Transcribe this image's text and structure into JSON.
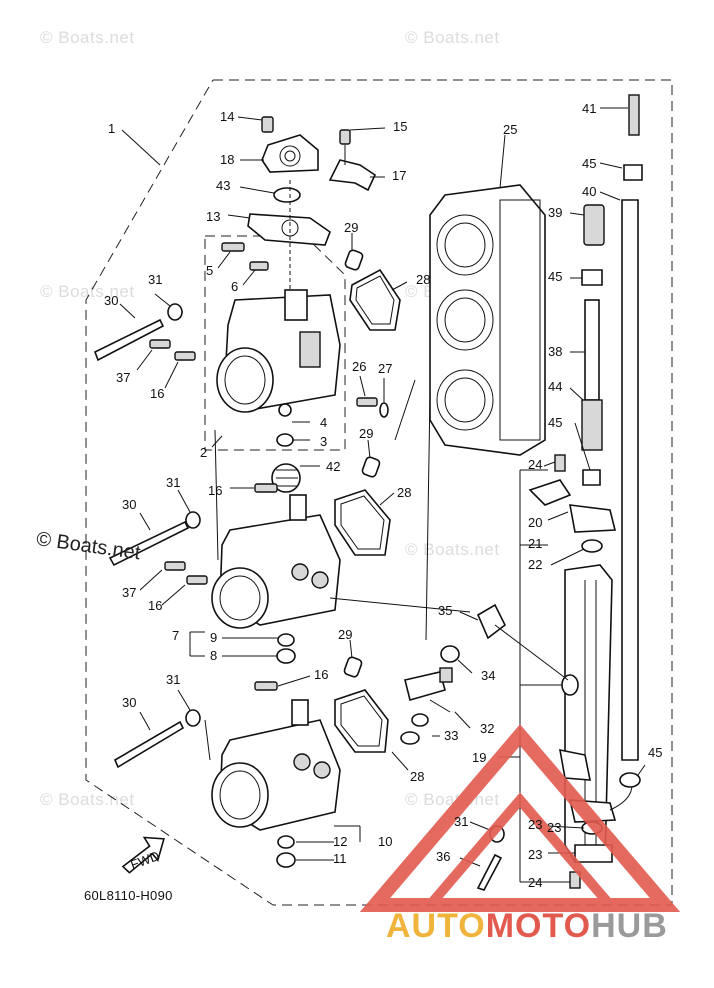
{
  "watermark": "© Boats.net",
  "copyright": "© Boats.net",
  "diagram_code": "60L8110-H090",
  "fwd_label": "FWD",
  "brand": {
    "part1": "AUTO",
    "part2": "MOTO",
    "part3": "HUB"
  },
  "callouts": [
    "1",
    "2",
    "3",
    "4",
    "5",
    "6",
    "7",
    "8",
    "9",
    "10",
    "11",
    "12",
    "13",
    "14",
    "15",
    "16",
    "16",
    "16",
    "16",
    "17",
    "18",
    "19",
    "20",
    "21",
    "22",
    "23",
    "23",
    "23",
    "24",
    "24",
    "25",
    "26",
    "27",
    "28",
    "28",
    "28",
    "29",
    "29",
    "29",
    "30",
    "30",
    "30",
    "31",
    "31",
    "31",
    "31",
    "32",
    "33",
    "34",
    "35",
    "36",
    "37",
    "37",
    "38",
    "39",
    "40",
    "41",
    "42",
    "43",
    "44",
    "45",
    "45",
    "45",
    "45"
  ]
}
